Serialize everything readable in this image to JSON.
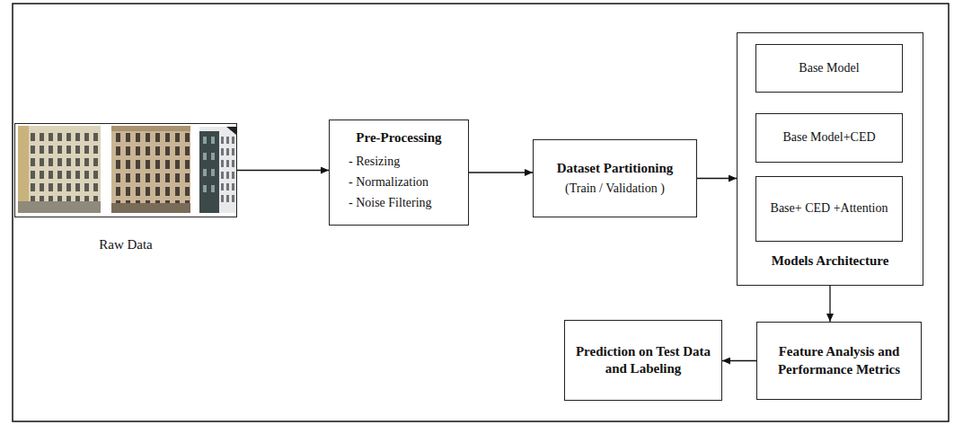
{
  "diagram": {
    "nodes": [
      {
        "text": [
          "Raw Data"
        ]
      },
      {
        "text": [
          "Pre-Processing",
          "- Resizing",
          "- Normalization",
          "- Noise Filtering"
        ]
      },
      {
        "text": [
          "Dataset Partitioning",
          "(Train / Validation )"
        ]
      },
      {
        "text": [
          "Models Architecture"
        ]
      },
      {
        "text": [
          "Base Model"
        ],
        "in": 3
      },
      {
        "text": [
          "Base Model+CED"
        ],
        "in": 3
      },
      {
        "text": [
          "Base+ CED +Attention"
        ],
        "in": 3
      },
      {
        "text": [
          "Feature Analysis and Performance Metrics"
        ]
      },
      {
        "text": [
          "Prediction on Test Data and Labeling"
        ]
      }
    ],
    "edges": [
      {
        "from": 0,
        "to": 1,
        "arrow": "to"
      },
      {
        "from": 1,
        "to": 2,
        "arrow": "to"
      },
      {
        "from": 2,
        "to": 3,
        "arrow": "to"
      },
      {
        "from": 4,
        "to": 5,
        "arrow": "to"
      },
      {
        "from": 5,
        "to": 6,
        "arrow": "to"
      },
      {
        "from": 3,
        "to": 7,
        "arrow": "to"
      },
      {
        "from": 7,
        "to": 8,
        "arrow": "to"
      }
    ]
  }
}
